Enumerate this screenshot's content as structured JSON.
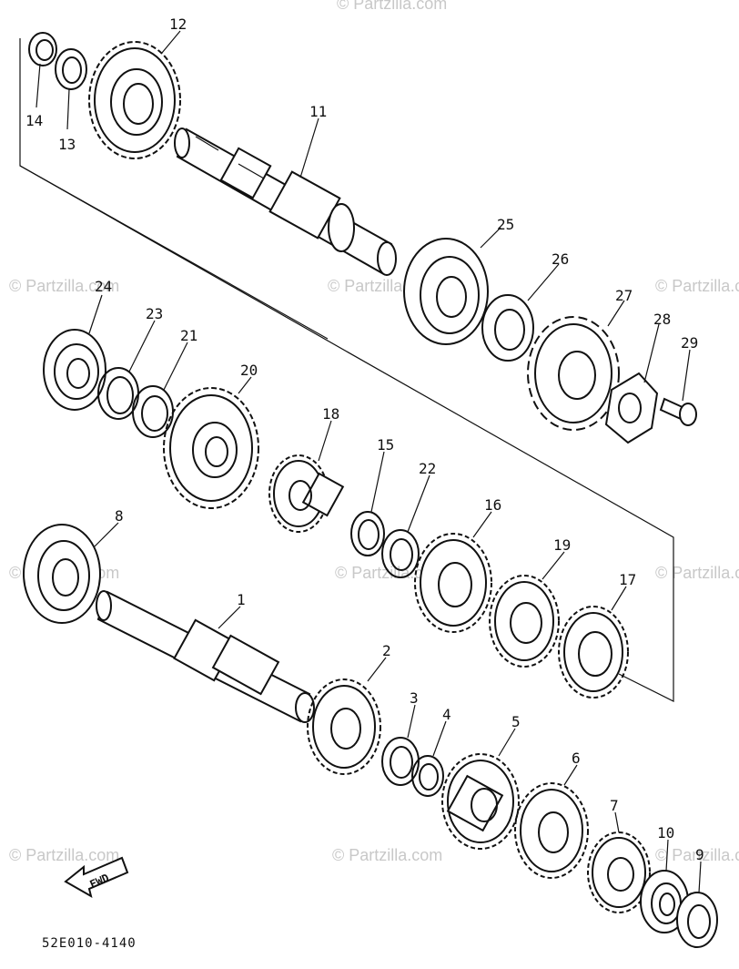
{
  "diagram": {
    "diagram_code": "52E010-4140",
    "direction_label": "FWD",
    "watermark_text": "© Partzilla.com",
    "part_numbers": [
      "1",
      "2",
      "3",
      "4",
      "5",
      "6",
      "7",
      "8",
      "9",
      "10",
      "11",
      "12",
      "13",
      "14",
      "15",
      "16",
      "17",
      "18",
      "19",
      "20",
      "21",
      "22",
      "23",
      "24",
      "25",
      "26",
      "27",
      "28",
      "29"
    ]
  },
  "colors": {
    "ink": "#111111",
    "watermark": "#c8c8c8",
    "background": "#ffffff"
  }
}
